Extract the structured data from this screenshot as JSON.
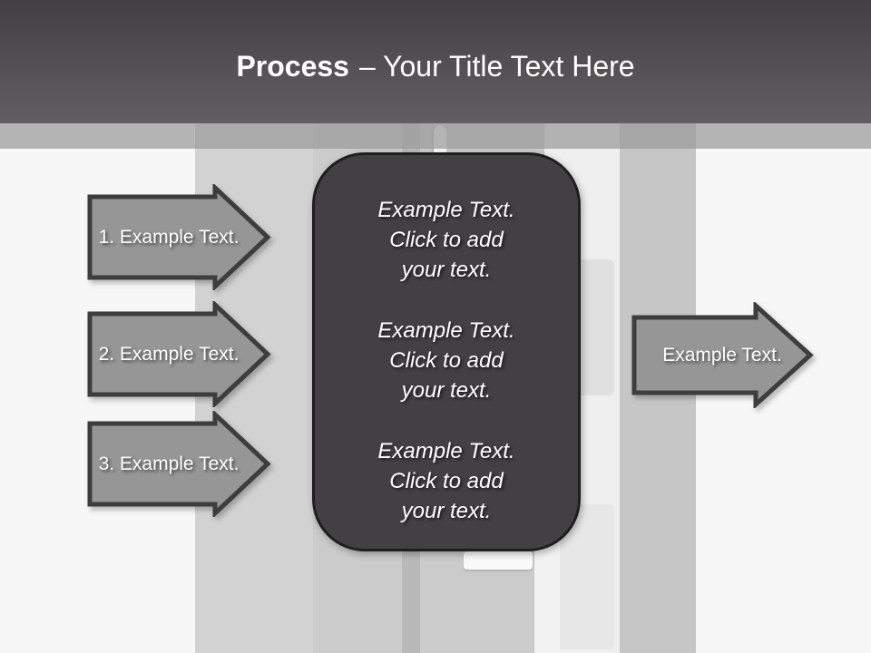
{
  "title": {
    "keyword": "Process",
    "rest": "– Your Title Text Here"
  },
  "left_arrows": [
    {
      "label": "1. Example Text."
    },
    {
      "label": "2. Example Text."
    },
    {
      "label": "3. Example Text."
    }
  ],
  "right_arrow": {
    "label": "Example Text."
  },
  "center_box": {
    "blocks": [
      {
        "text": "Example Text.\nClick  to add\nyour text."
      },
      {
        "text": "Example Text.\nClick  to add\nyour text."
      },
      {
        "text": "Example Text.\nClick  to add\nyour text."
      }
    ]
  },
  "colors": {
    "page_bg": "#f7f7f7",
    "header_top": "#424044",
    "header_bottom": "#615f62",
    "band_overlay": "rgba(154,154,154,0.72)",
    "photo_base": "#cbcbcb",
    "arrow_fill": "#969696",
    "arrow_border": "#3d3d3d",
    "box_fill": "#434044",
    "box_border": "#1f1f1f",
    "text_light": "#ffffff"
  }
}
